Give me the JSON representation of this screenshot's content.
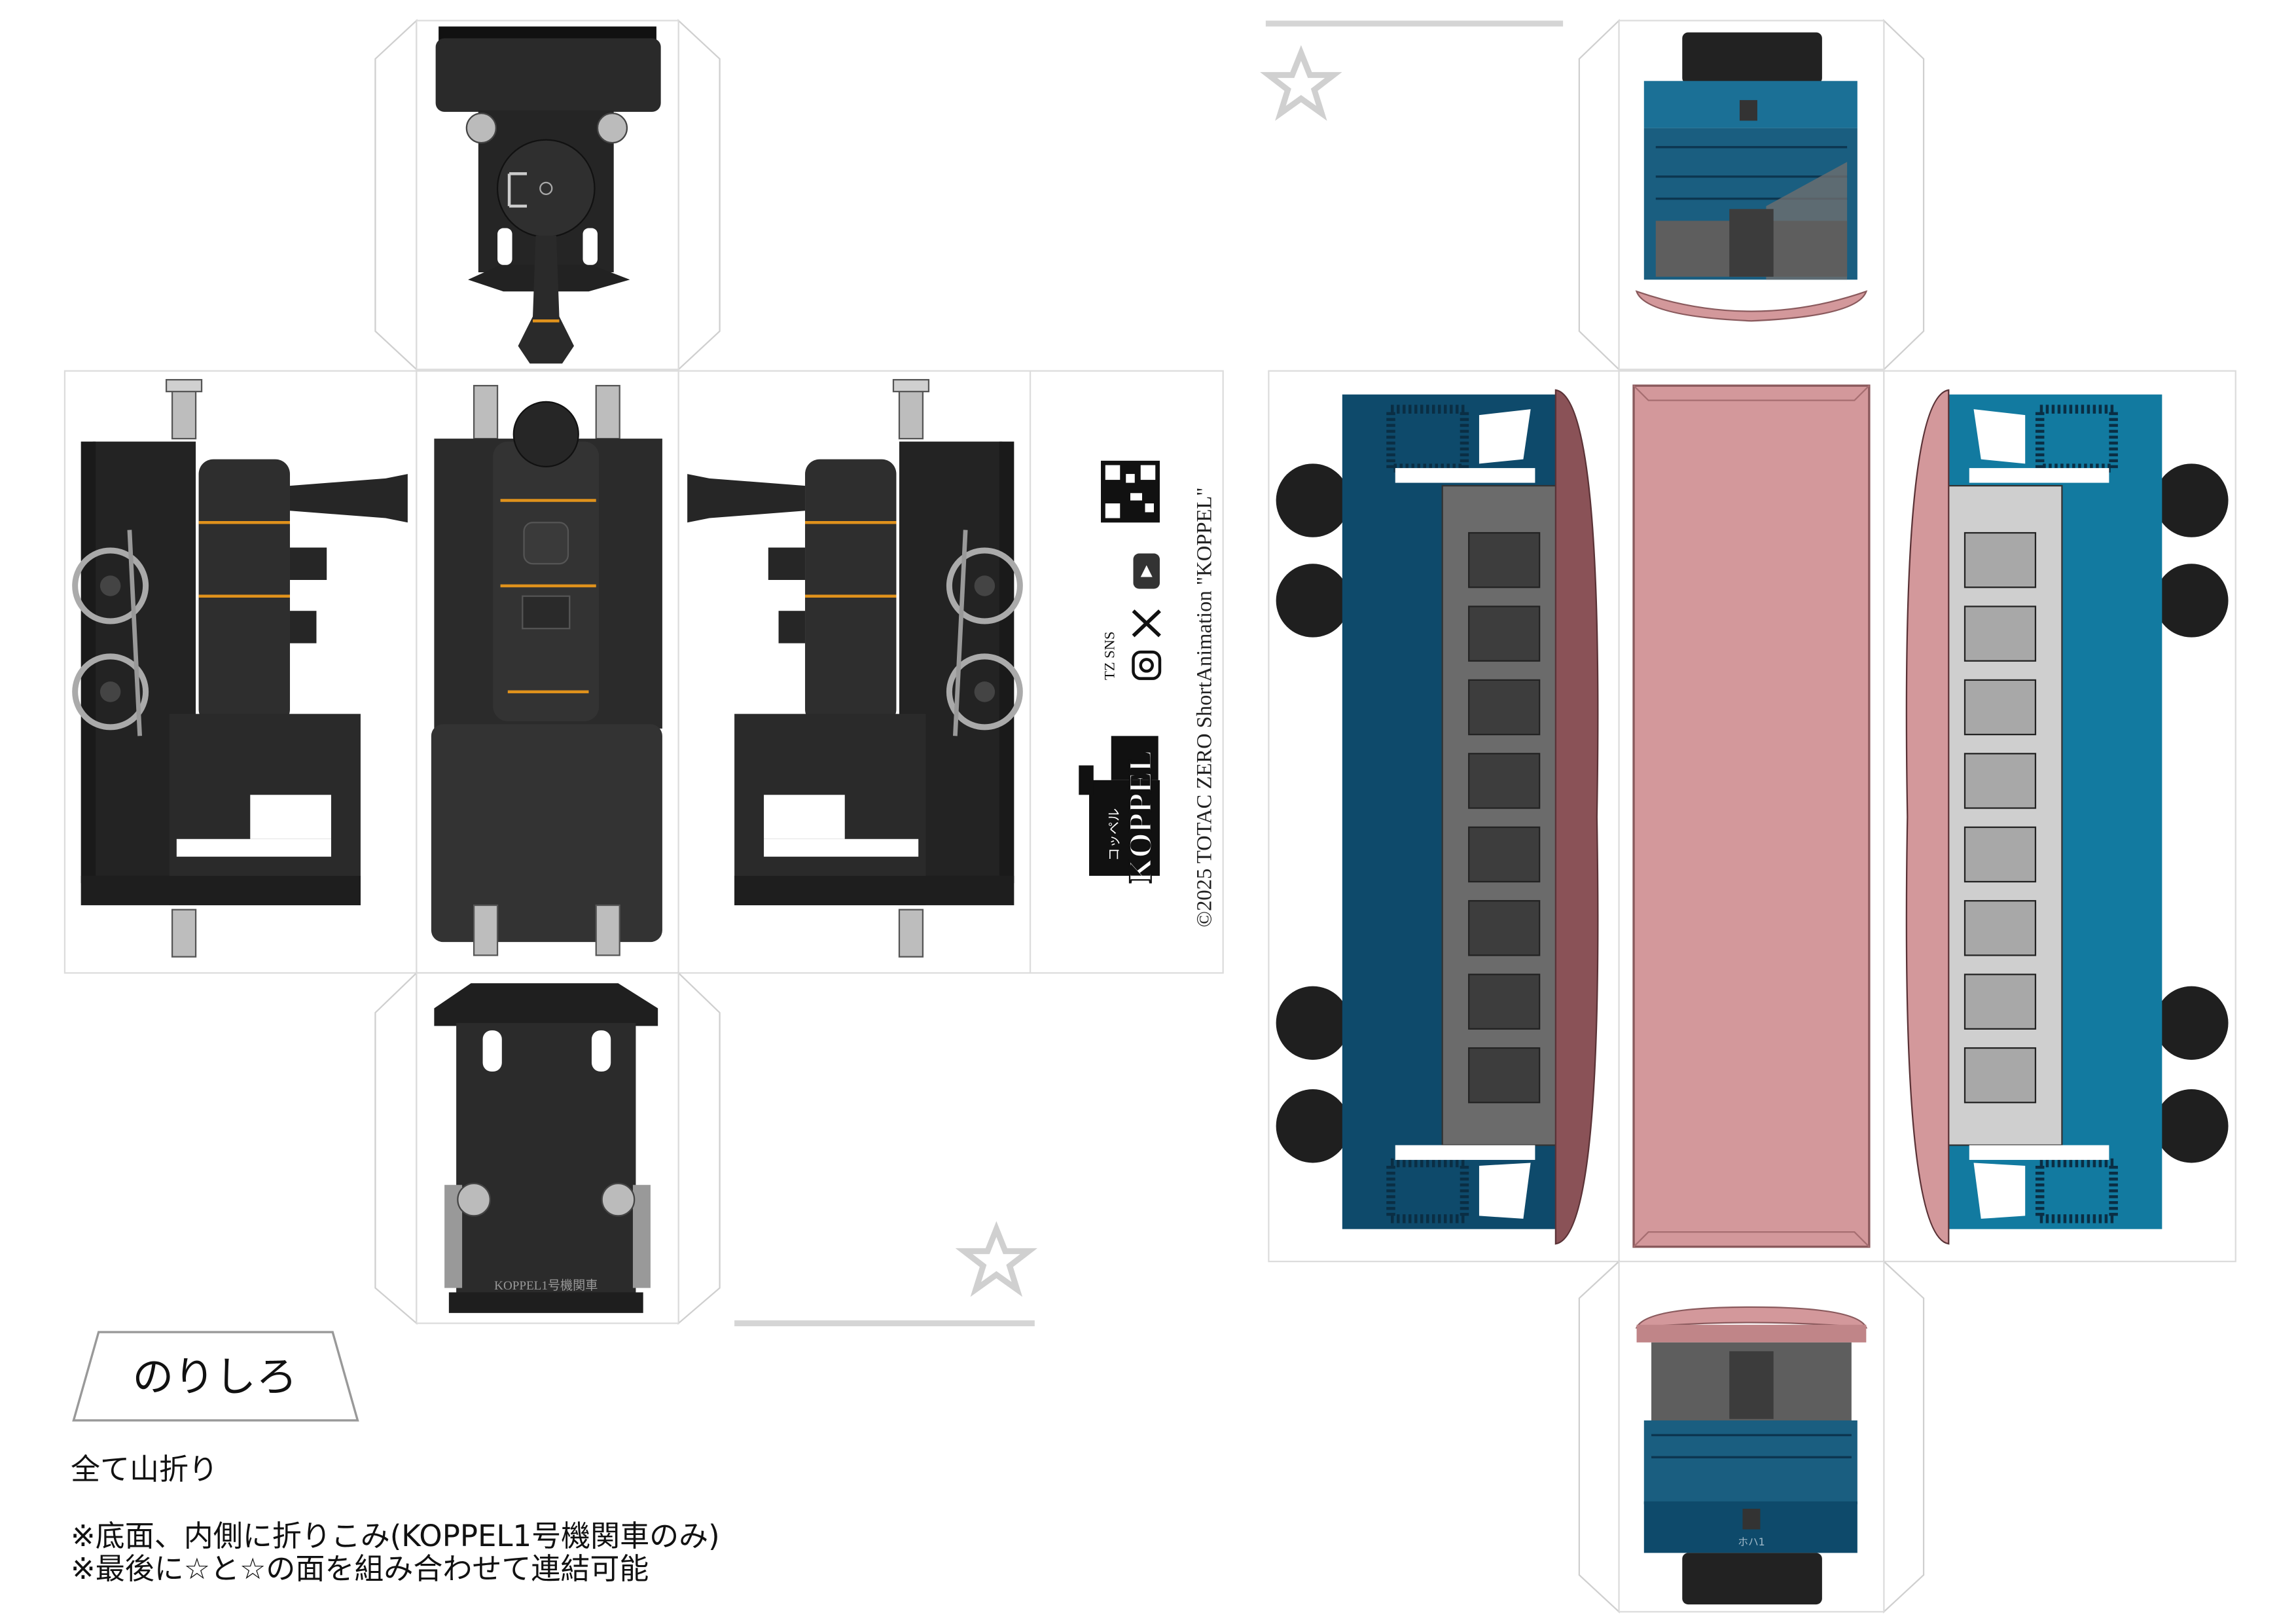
{
  "glue_tab": {
    "label": "のりしろ"
  },
  "instructions": {
    "fold": "全て山折り",
    "notes": [
      "※底面、内側に折りこみ(KOPPEL1号機関車のみ)",
      "※最後に☆と☆の面を組み合わせて連結可能"
    ]
  },
  "info_panel": {
    "copyright": "©2025 TOTAC ZERO ShortAnimation \"KOPPEL\"",
    "sns_label": "TZ SNS",
    "icons": [
      "qr-code-icon",
      "youtube-icon",
      "x-icon",
      "instagram-icon"
    ],
    "logo_text": "KOPPEL",
    "logo_kana": "コッペル"
  },
  "locomotive": {
    "rear_plate": "KOPPEL1号機関車",
    "body_color": "#2b2b2b",
    "band_color": "#e0921c"
  },
  "coach": {
    "end_plate": "ホハ1",
    "dark_blue": "#0e4a6b",
    "light_blue": "#127aa0",
    "roof_color": "#d3989b"
  },
  "markers": {
    "star": "☆"
  }
}
